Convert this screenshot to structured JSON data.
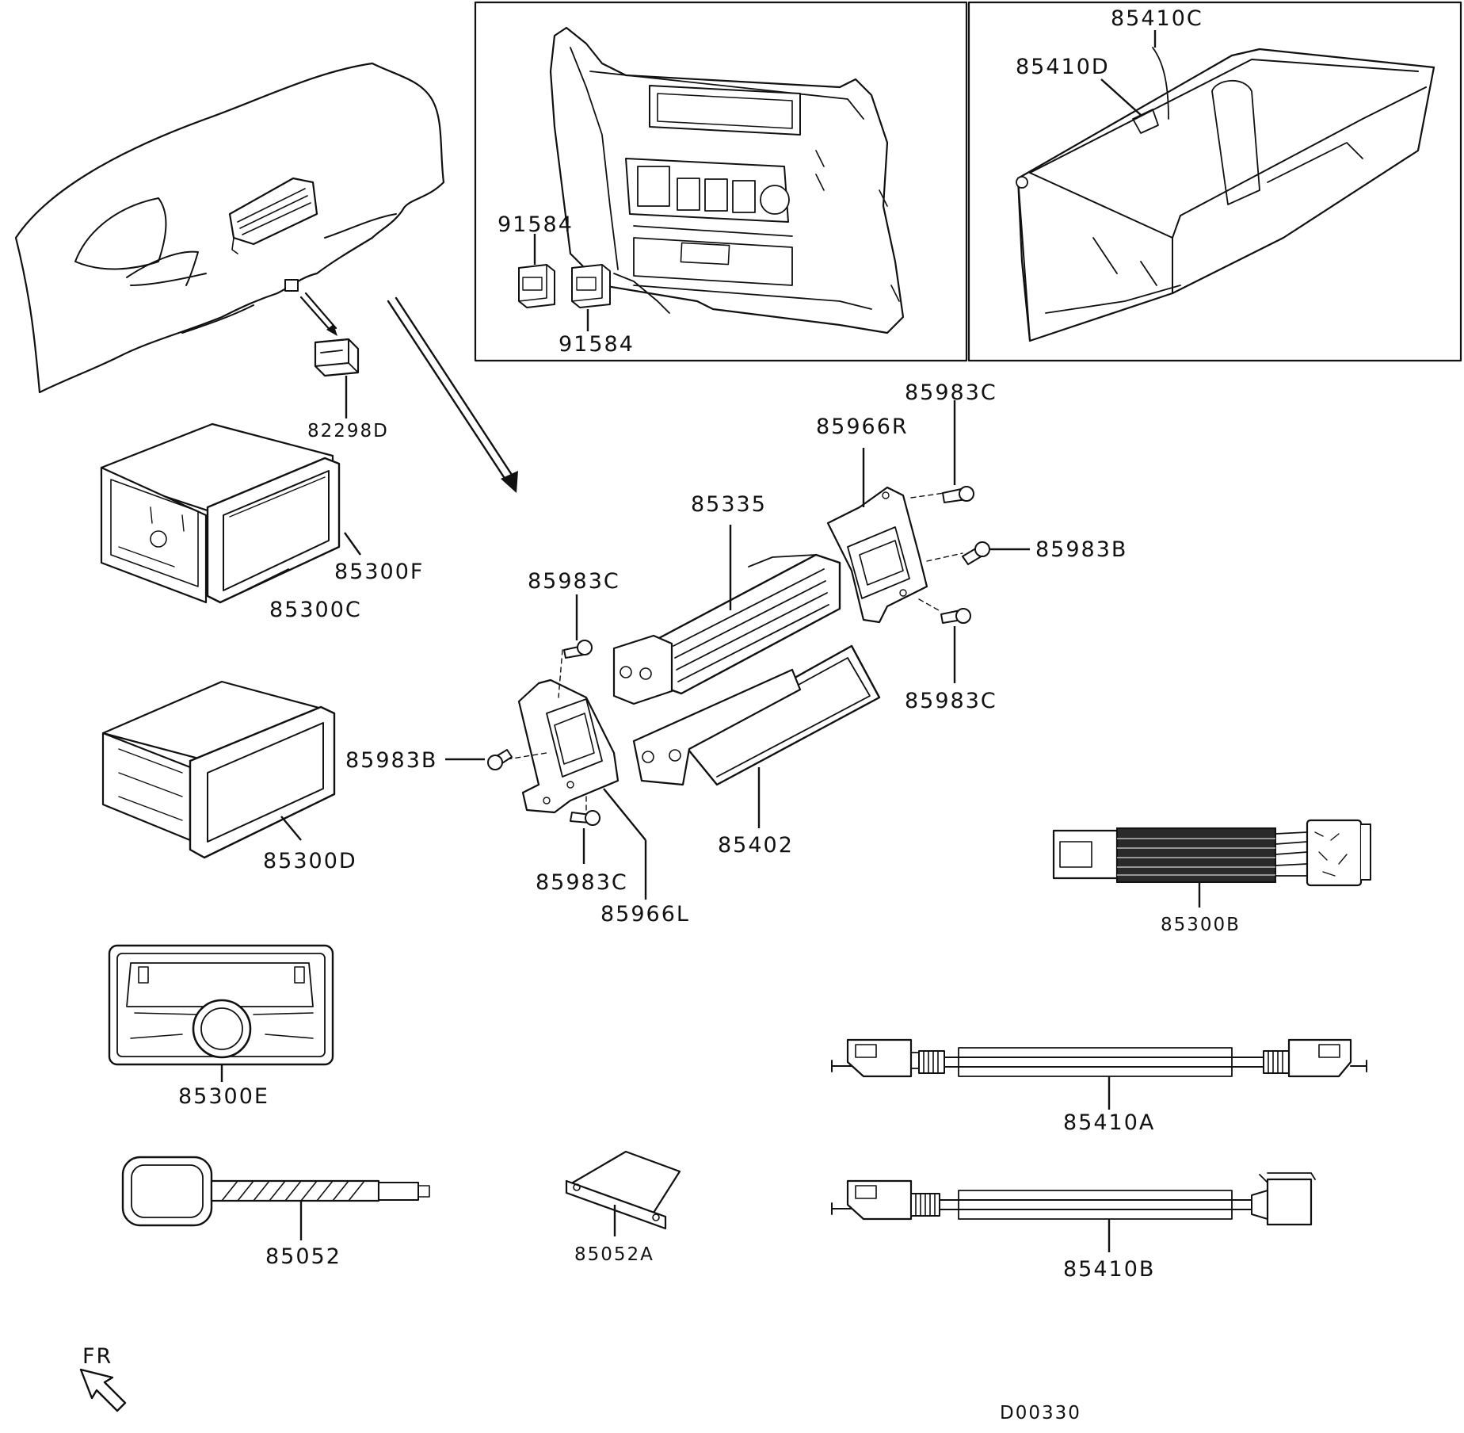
{
  "diagram": {
    "drawing_code": "D00330",
    "direction_label": "FR",
    "inset_center_panel": {
      "callouts": [
        "91584",
        "91584"
      ]
    },
    "inset_glovebox": {
      "callouts": [
        "85410C",
        "85410D"
      ]
    },
    "parts": {
      "plug": "82298D",
      "unit_front_panel": "85300F",
      "unit_body": "85300C",
      "unit_display": "85300D",
      "unit_radio": "85300E",
      "antenna": "85052",
      "antenna_plate": "85052A",
      "pocket_upper": "85335",
      "pocket_lower": "85402",
      "bracket_right": "85966R",
      "bracket_left": "85966L",
      "screw_top_right": "85983C",
      "screw_right": "85983B",
      "screw_lower_right": "85983C",
      "screw_top_left": "85983C",
      "screw_left": "85983B",
      "screw_bottom_left": "85983C",
      "harness_b": "85300B",
      "cable_a": "85410A",
      "cable_b": "85410B"
    }
  }
}
